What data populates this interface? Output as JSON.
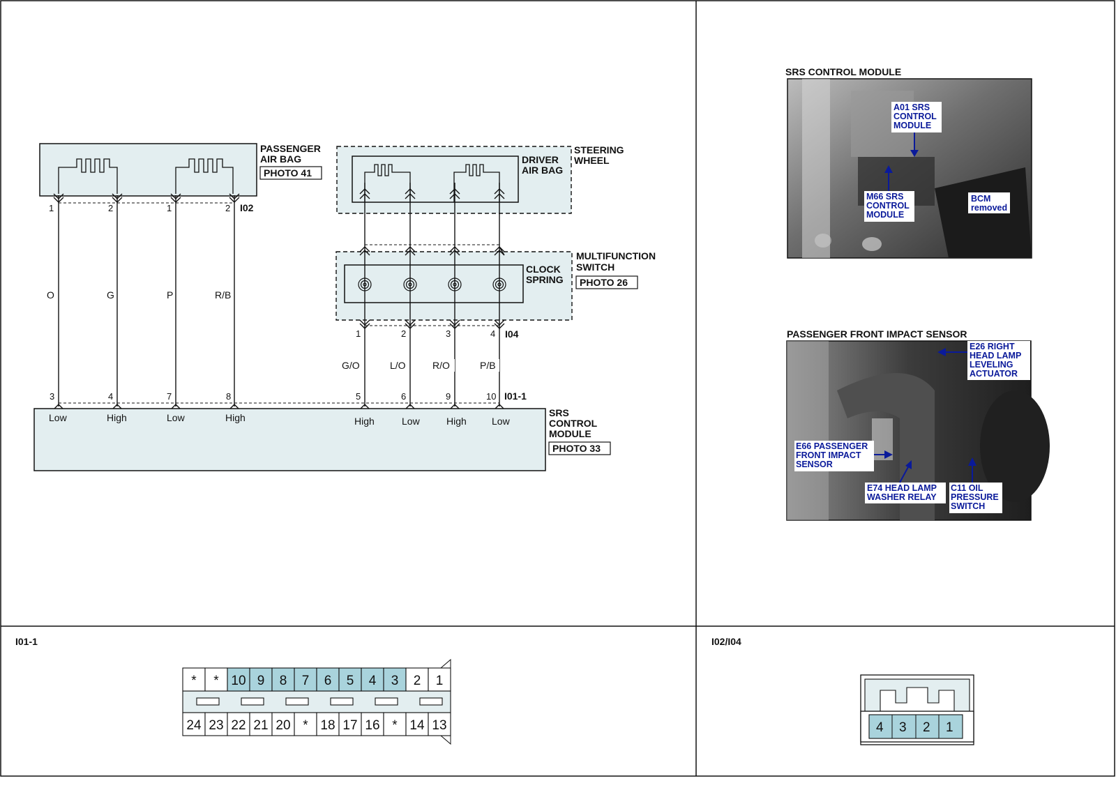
{
  "passenger_airbag": {
    "label_lines": [
      "PASSENGER",
      "AIR BAG"
    ],
    "photo": "PHOTO 41",
    "connector": "I02",
    "pins": [
      "1",
      "2",
      "1",
      "2"
    ]
  },
  "steering_wheel": {
    "label_lines": [
      "STEERING",
      "WHEEL"
    ],
    "driver_airbag_lines": [
      "DRIVER",
      "AIR BAG"
    ]
  },
  "multifunction_switch": {
    "label_lines": [
      "MULTIFUNCTION",
      "SWITCH"
    ],
    "photo": "PHOTO 26",
    "clock_spring_lines": [
      "CLOCK",
      "SPRING"
    ],
    "connector": "I04",
    "pins": [
      "1",
      "2",
      "3",
      "4"
    ]
  },
  "srs_module": {
    "label_lines": [
      "SRS",
      "CONTROL",
      "MODULE"
    ],
    "photo": "PHOTO 33",
    "connector": "I01-1",
    "left_pins": [
      "3",
      "4",
      "7",
      "8"
    ],
    "right_pins": [
      "5",
      "6",
      "9",
      "10"
    ],
    "left_levels": [
      "Low",
      "High",
      "Low",
      "High"
    ],
    "right_levels": [
      "High",
      "Low",
      "High",
      "Low"
    ]
  },
  "wires_left": [
    "O",
    "G",
    "P",
    "R/B"
  ],
  "wires_right": [
    "G/O",
    "L/O",
    "R/O",
    "P/B"
  ],
  "photo_srs": {
    "title": "SRS CONTROL MODULE",
    "callouts": {
      "a01": [
        "A01 SRS",
        "CONTROL",
        "MODULE"
      ],
      "m66": [
        "M66 SRS",
        "CONTROL",
        "MODULE"
      ],
      "bcm": [
        "BCM",
        "removed"
      ]
    }
  },
  "photo_sensor": {
    "title": "PASSENGER FRONT IMPACT SENSOR",
    "callouts": {
      "e26": [
        "E26 RIGHT",
        "HEAD LAMP",
        "LEVELING",
        "ACTUATOR"
      ],
      "e66": [
        "E66 PASSENGER",
        "FRONT IMPACT",
        "SENSOR"
      ],
      "e74": [
        "E74 HEAD LAMP",
        "WASHER RELAY"
      ],
      "c11": [
        "C11 OIL",
        "PRESSURE",
        "SWITCH"
      ]
    }
  },
  "connector_i01": {
    "title": "I01-1",
    "top_row": [
      "*",
      "*",
      "10",
      "9",
      "8",
      "7",
      "6",
      "5",
      "4",
      "3",
      "2",
      "1"
    ],
    "bottom_row": [
      "24",
      "23",
      "22",
      "21",
      "20",
      "*",
      "18",
      "17",
      "16",
      "*",
      "14",
      "13"
    ],
    "used": [
      "10",
      "9",
      "8",
      "7",
      "6",
      "5",
      "4",
      "3"
    ]
  },
  "connector_i02": {
    "title": "I02/I04",
    "pins": [
      "4",
      "3",
      "2",
      "1"
    ]
  },
  "colors": {
    "component_fill": "#e3eef0",
    "pin_fill": "#a9d3dc",
    "callout_text": "#0a1a9a",
    "line": "#111111"
  }
}
